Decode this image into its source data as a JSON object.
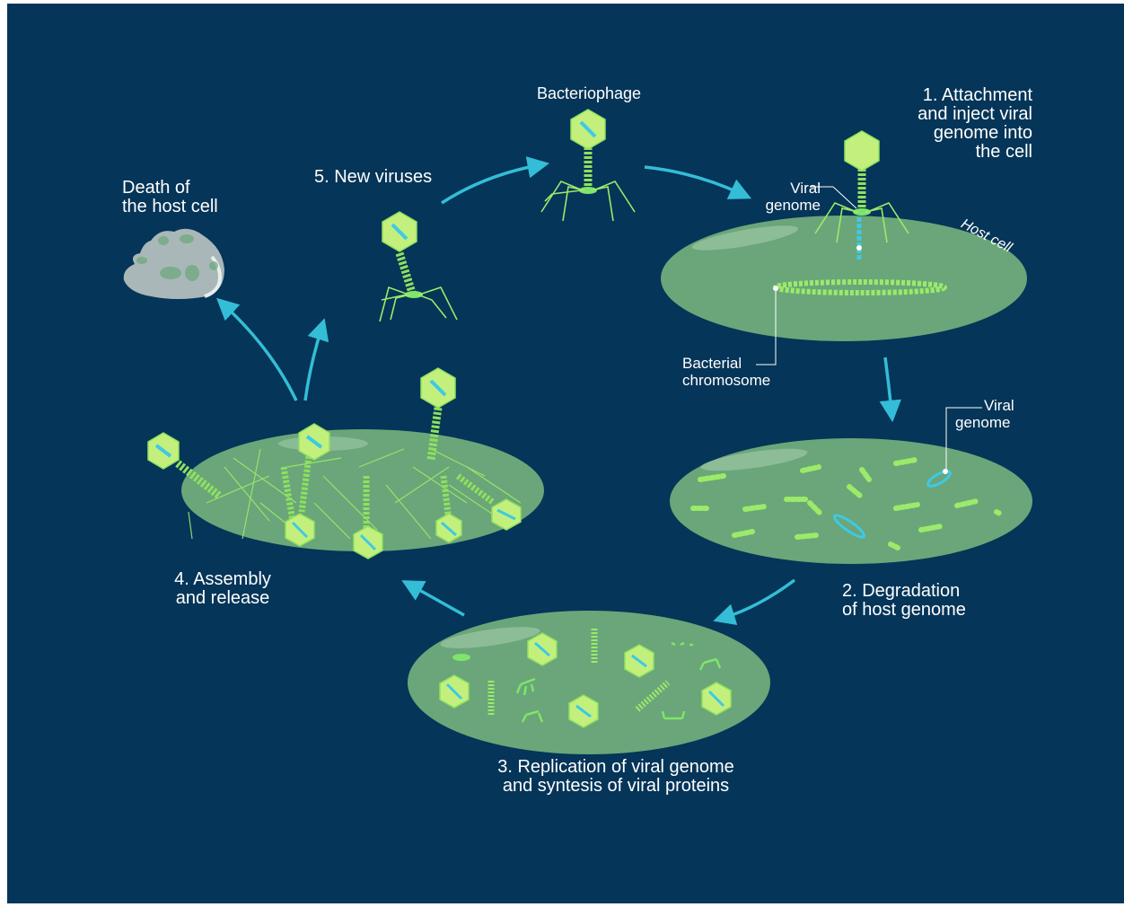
{
  "labels": {
    "bacteriophage": "Bacteriophage",
    "step1_line1": "1. Attachment",
    "step1_line2": "and inject viral",
    "step1_line3": "genome into",
    "step1_line4": "the cell",
    "viral_genome_top_1": "Viral",
    "viral_genome_top_2": "genome",
    "host_cell": "Host cell",
    "bacterial_chromosome_1": "Bacterial",
    "bacterial_chromosome_2": "chromosome",
    "viral_genome_right_1": "Viral",
    "viral_genome_right_2": "genome",
    "step2_line1": "2. Degradation",
    "step2_line2": "of host genome",
    "step3_line1": "3. Replication of viral genome",
    "step3_line2": "and syntesis of viral proteins",
    "step4_line1": "4. Assembly",
    "step4_line2": "and release",
    "step5": "5. New viruses",
    "death_line1": "Death of",
    "death_line2": "the host cell"
  },
  "colors": {
    "background": "#053558",
    "cell": "#6aa679",
    "virus_head": "#a4ef62",
    "virus_green": "#7fe56a",
    "arrow": "#34bdd6",
    "genome": "#3ec9e6",
    "dead_cell": "#a9b7b8"
  }
}
